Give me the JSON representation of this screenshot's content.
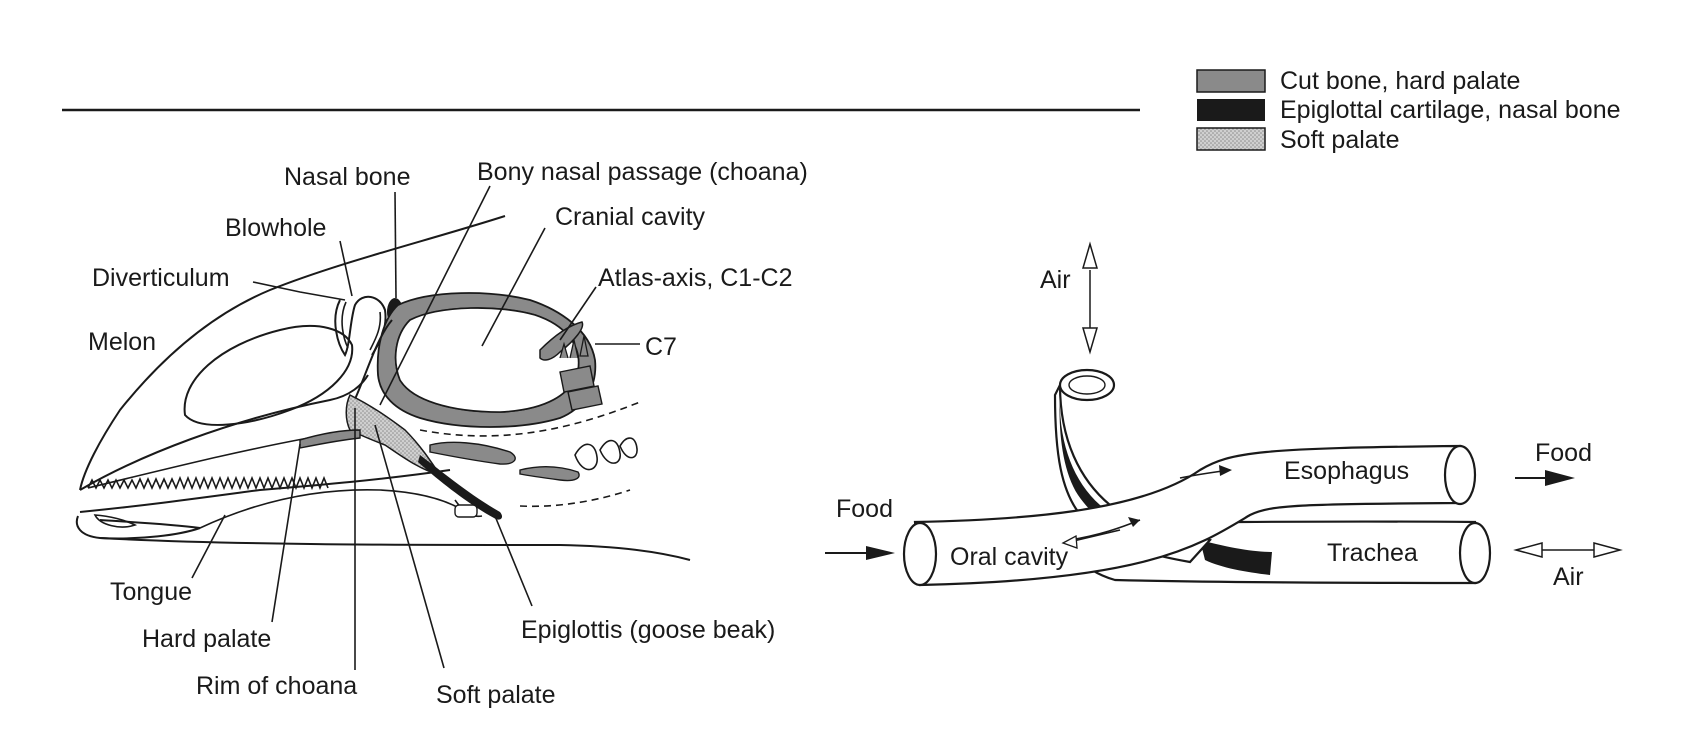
{
  "legend": {
    "items": [
      {
        "label": "Cut bone, hard palate",
        "swatch": "cut-bone"
      },
      {
        "label": "Epiglottal cartilage, nasal bone",
        "swatch": "cartilage"
      },
      {
        "label": "Soft palate",
        "swatch": "soft-palate"
      }
    ]
  },
  "skull_labels": {
    "nasal_bone": "Nasal bone",
    "bony_nasal_passage": "Bony nasal passage (choana)",
    "blowhole": "Blowhole",
    "cranial_cavity": "Cranial cavity",
    "diverticulum": "Diverticulum",
    "atlas_axis": "Atlas-axis, C1-C2",
    "melon": "Melon",
    "c7": "C7",
    "tongue": "Tongue",
    "hard_palate": "Hard palate",
    "rim_of_choana": "Rim of choana",
    "soft_palate": "Soft palate",
    "epiglottis": "Epiglottis (goose beak)"
  },
  "flow_labels": {
    "air_top": "Air",
    "food_left": "Food",
    "oral_cavity": "Oral cavity",
    "esophagus": "Esophagus",
    "trachea": "Trachea",
    "food_right": "Food",
    "air_right": "Air"
  },
  "colors": {
    "cut_bone": "#8a8a8a",
    "cartilage": "#1a1a1a",
    "soft_palate": "#c4c4c4",
    "line": "#1a1a1a"
  }
}
